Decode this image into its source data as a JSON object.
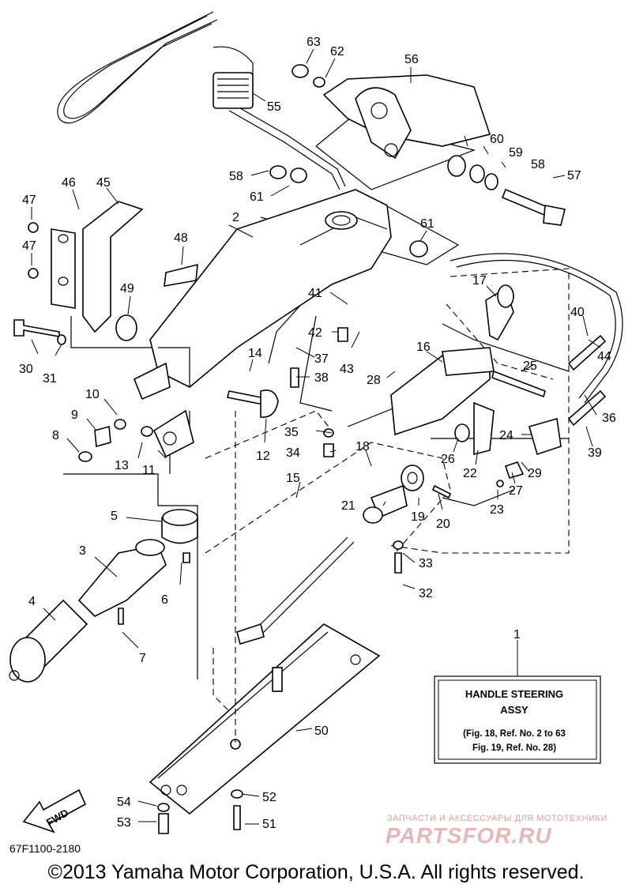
{
  "diagram": {
    "callouts": [
      {
        "label": "1"
      },
      {
        "label": "2"
      },
      {
        "label": "3"
      },
      {
        "label": "4"
      },
      {
        "label": "5"
      },
      {
        "label": "6"
      },
      {
        "label": "7"
      },
      {
        "label": "8"
      },
      {
        "label": "9"
      },
      {
        "label": "10"
      },
      {
        "label": "11"
      },
      {
        "label": "12"
      },
      {
        "label": "13"
      },
      {
        "label": "14"
      },
      {
        "label": "15"
      },
      {
        "label": "16"
      },
      {
        "label": "17"
      },
      {
        "label": "18"
      },
      {
        "label": "19"
      },
      {
        "label": "20"
      },
      {
        "label": "21"
      },
      {
        "label": "22"
      },
      {
        "label": "23"
      },
      {
        "label": "24"
      },
      {
        "label": "25"
      },
      {
        "label": "26"
      },
      {
        "label": "27"
      },
      {
        "label": "28"
      },
      {
        "label": "29"
      },
      {
        "label": "30"
      },
      {
        "label": "31"
      },
      {
        "label": "32"
      },
      {
        "label": "33"
      },
      {
        "label": "34"
      },
      {
        "label": "35"
      },
      {
        "label": "36"
      },
      {
        "label": "37"
      },
      {
        "label": "38"
      },
      {
        "label": "39"
      },
      {
        "label": "40"
      },
      {
        "label": "41"
      },
      {
        "label": "42"
      },
      {
        "label": "43"
      },
      {
        "label": "44"
      },
      {
        "label": "45"
      },
      {
        "label": "46"
      },
      {
        "label": "47"
      },
      {
        "label": "47"
      },
      {
        "label": "48"
      },
      {
        "label": "49"
      },
      {
        "label": "50"
      },
      {
        "label": "51"
      },
      {
        "label": "52"
      },
      {
        "label": "53"
      },
      {
        "label": "54"
      },
      {
        "label": "55"
      },
      {
        "label": "56"
      },
      {
        "label": "57"
      },
      {
        "label": "58"
      },
      {
        "label": "58"
      },
      {
        "label": "59"
      },
      {
        "label": "60"
      },
      {
        "label": "61"
      },
      {
        "label": "61"
      },
      {
        "label": "62"
      },
      {
        "label": "63"
      }
    ],
    "assy_box": {
      "line1": "HANDLE STEERING",
      "line2": "ASSY",
      "line3": "(Fig. 18, Ref. No. 2 to 63",
      "line4": "Fig. 19, Ref. No. 28)"
    },
    "fwd_label": "FWD"
  },
  "footer": {
    "diagram_code": "67F1100-2180",
    "copyright": "©2013 Yamaha Motor Corporation, U.S.A. All rights reserved."
  },
  "watermark": {
    "tagline": "ЗАПЧАСТИ И АКСЕССУАРЫ ДЛЯ МОТОТЕХНИКИ",
    "logo": "PARTSFOR.RU"
  }
}
